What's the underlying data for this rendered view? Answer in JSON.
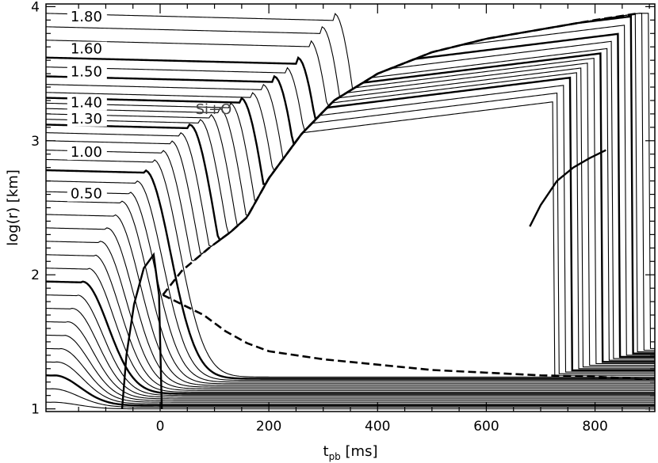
{
  "chart_data": {
    "type": "line",
    "title": "",
    "xlabel_main": "t",
    "xlabel_sub": "pb",
    "xlabel_unit": " [ms]",
    "ylabel": "log(r) [km]",
    "xlim": [
      -210,
      910
    ],
    "ylim": [
      0.98,
      4.02
    ],
    "x_ticks": [
      0,
      200,
      400,
      600,
      800
    ],
    "x_tick_labels": [
      "0",
      "200",
      "400",
      "600",
      "800"
    ],
    "y_ticks": [
      1,
      2,
      3,
      4
    ],
    "y_tick_labels": [
      "1",
      "2",
      "3",
      "4"
    ],
    "grid": false,
    "legend": "none",
    "mass_labels": [
      {
        "text": "1.80",
        "x": -165,
        "y": 3.89
      },
      {
        "text": "1.60",
        "x": -165,
        "y": 3.65
      },
      {
        "text": "1.50",
        "x": -165,
        "y": 3.48
      },
      {
        "text": "1.40",
        "x": -165,
        "y": 3.25
      },
      {
        "text": "1.30",
        "x": -165,
        "y": 3.13
      },
      {
        "text": "1.00",
        "x": -165,
        "y": 2.88
      },
      {
        "text": "0.50",
        "x": -165,
        "y": 2.57
      }
    ],
    "annotations": [
      {
        "text": "Si+O",
        "x": 65,
        "y": 3.2
      }
    ],
    "shock_curve": [
      [
        -70,
        1.0
      ],
      [
        -62,
        1.4
      ],
      [
        -48,
        1.78
      ],
      [
        -30,
        2.05
      ],
      [
        -12,
        2.15
      ],
      [
        -2,
        1.85
      ],
      [
        3,
        1.0
      ]
    ],
    "shock_expansion": [
      [
        5,
        1.85
      ],
      [
        40,
        2.03
      ],
      [
        90,
        2.2
      ],
      [
        130,
        2.32
      ],
      [
        160,
        2.43
      ],
      [
        200,
        2.72
      ],
      [
        260,
        3.05
      ],
      [
        320,
        3.3
      ],
      [
        400,
        3.5
      ],
      [
        500,
        3.66
      ],
      [
        600,
        3.76
      ],
      [
        700,
        3.83
      ],
      [
        800,
        3.9
      ],
      [
        880,
        3.95
      ]
    ],
    "neutron_star_surface": [
      [
        5,
        1.85
      ],
      [
        40,
        1.78
      ],
      [
        80,
        1.7
      ],
      [
        120,
        1.58
      ],
      [
        160,
        1.49
      ],
      [
        200,
        1.43
      ],
      [
        300,
        1.37
      ],
      [
        400,
        1.33
      ],
      [
        500,
        1.29
      ],
      [
        600,
        1.27
      ],
      [
        700,
        1.25
      ],
      [
        800,
        1.24
      ],
      [
        900,
        1.22
      ]
    ],
    "inner_trajectory": [
      [
        680,
        2.36
      ],
      [
        700,
        2.52
      ],
      [
        730,
        2.7
      ],
      [
        760,
        2.8
      ],
      [
        790,
        2.87
      ],
      [
        820,
        2.93
      ]
    ],
    "trajectory_start_logr": [
      1.05,
      1.15,
      1.25,
      1.35,
      1.45,
      1.55,
      1.65,
      1.75,
      1.85,
      1.95,
      2.05,
      2.15,
      2.25,
      2.35,
      2.45,
      2.55,
      2.62,
      2.7,
      2.78,
      2.86,
      2.93,
      3.0,
      3.06,
      3.12,
      3.16,
      3.2,
      3.24,
      3.28,
      3.32,
      3.36,
      3.42,
      3.48,
      3.55,
      3.62,
      3.75,
      3.85,
      3.95
    ]
  }
}
